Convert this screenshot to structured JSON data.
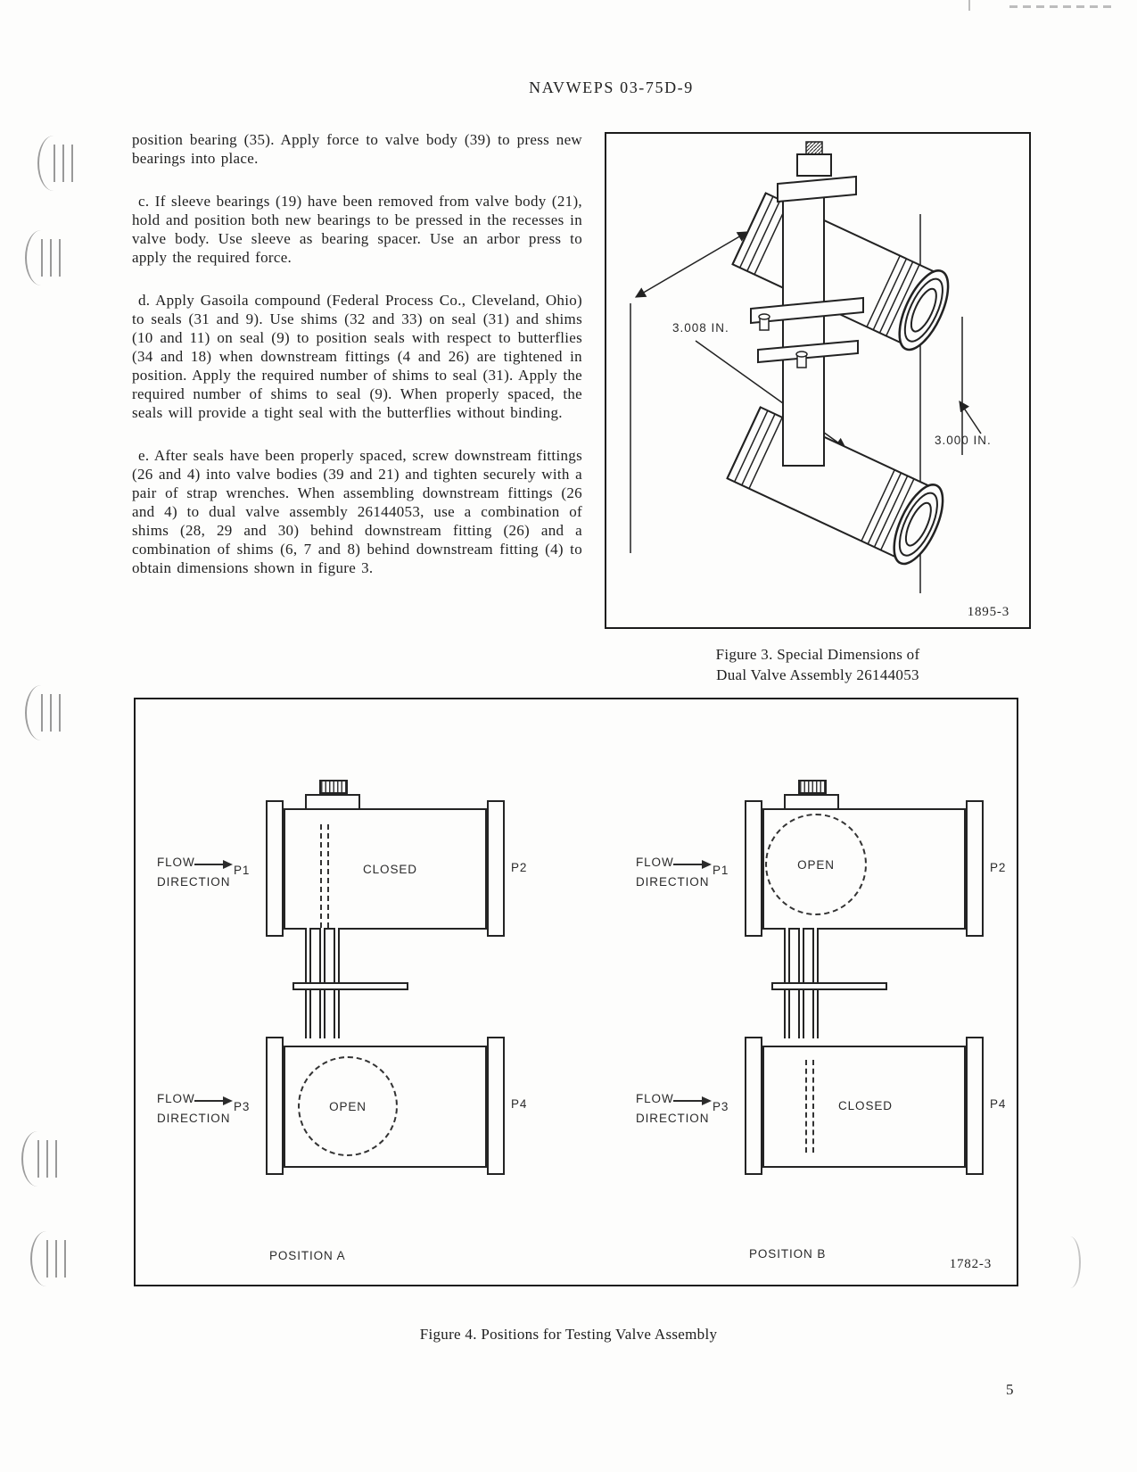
{
  "header": {
    "doc_number": "NAVWEPS 03-75D-9"
  },
  "content": {
    "paragraphs": [
      "position bearing (35).  Apply force to valve body (39) to press new bearings into place.",
      "c. If sleeve bearings (19) have been removed from valve body (21), hold and position both new bearings to be pressed in the recesses in valve body.  Use sleeve as bearing spacer.  Use an arbor press to apply the required force.",
      "d. Apply Gasoila compound (Federal Process Co., Cleveland, Ohio) to seals (31 and 9).  Use shims (32 and 33) on seal (31) and shims (10 and 11) on seal (9) to position seals with respect to butterflies (34 and 18) when downstream fittings (4 and 26) are tightened in position.  Apply the required number of shims to seal (31).  Apply the required number of shims to seal (9).  When properly spaced, the seals will provide a tight seal with the butterflies without binding.",
      "e. After seals have been properly spaced, screw downstream fittings (26 and 4) into valve bodies (39 and 21) and tighten securely with a pair of strap wrenches.  When assembling downstream fittings (26 and 4) to dual valve assembly 26144053, use a combination of shims (28, 29 and 30) behind downstream fitting (26) and a combination of shims (6, 7 and 8) behind downstream fitting (4) to obtain dimensions shown in figure 3."
    ]
  },
  "figure3": {
    "dims": {
      "upper": "3.008 IN.",
      "lower": "3.000 IN."
    },
    "plate": "1895-3",
    "caption_line1": "Figure 3.  Special Dimensions of",
    "caption_line2": "Dual Valve Assembly 26144053"
  },
  "figure4": {
    "plate": "1782-3",
    "caption": "Figure 4.  Positions for Testing Valve Assembly",
    "position_a": {
      "label": "POSITION A",
      "top": {
        "flow1": "FLOW",
        "flow2": "DIRECTION",
        "port_in": "P1",
        "port_out": "P2",
        "state": "CLOSED"
      },
      "bottom": {
        "flow1": "FLOW",
        "flow2": "DIRECTION",
        "port_in": "P3",
        "port_out": "P4",
        "state": "OPEN"
      }
    },
    "position_b": {
      "label": "POSITION B",
      "top": {
        "flow1": "FLOW",
        "flow2": "DIRECTION",
        "port_in": "P1",
        "port_out": "P2",
        "state": "OPEN"
      },
      "bottom": {
        "flow1": "FLOW",
        "flow2": "DIRECTION",
        "port_in": "P3",
        "port_out": "P4",
        "state": "CLOSED"
      }
    }
  },
  "page": {
    "number": "5"
  }
}
